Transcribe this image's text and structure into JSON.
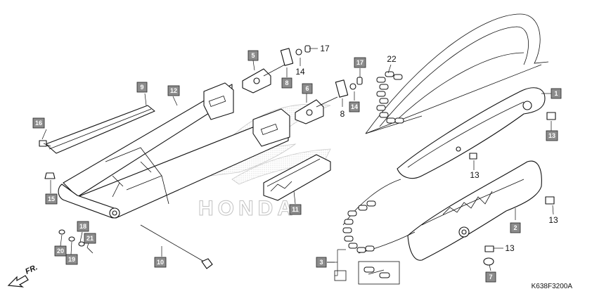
{
  "watermark_brand": "HONDA",
  "diagram_code": "K638F3200A",
  "direction_indicator": "FR.",
  "boxed_labels": {
    "1": "1",
    "2": "2",
    "3": "3",
    "5": "5",
    "6": "6",
    "7": "7",
    "8a": "8",
    "9": "9",
    "10": "10",
    "11": "11",
    "12": "12",
    "14": "14",
    "15": "15",
    "16": "16",
    "17": "17",
    "18": "18",
    "19": "19",
    "20": "20",
    "21": "21"
  },
  "plain_labels": {
    "8b": "8",
    "13a": "13",
    "13b": "13",
    "13c": "13",
    "13d": "13",
    "14b": "14",
    "17b": "17",
    "22": "22"
  },
  "colors": {
    "badge_fill": "#8c8c8c",
    "line": "#111111",
    "watermark": "#c9c9c9"
  }
}
